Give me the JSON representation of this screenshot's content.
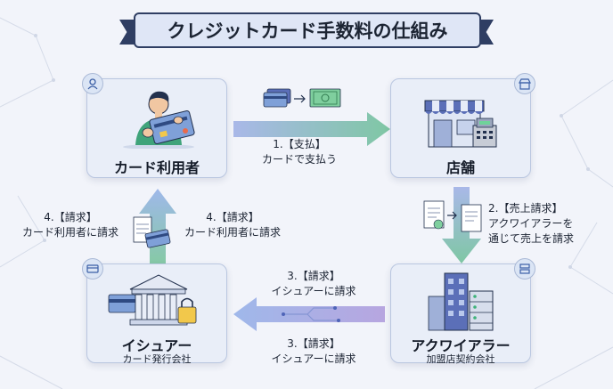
{
  "title": "クレジットカード手数料の仕組み",
  "nodes": {
    "cardholder": {
      "label": "カード利用者"
    },
    "merchant": {
      "label": "店舗"
    },
    "acquirer": {
      "label": "アクワイアラー",
      "sub": "加盟店契約会社"
    },
    "issuer": {
      "label": "イシュアー",
      "sub": "カード発行会社"
    }
  },
  "flows": {
    "pay": {
      "line1": "1.【支払】",
      "line2": "カードで支払う"
    },
    "sales": {
      "line1": "2.【売上請求】",
      "line2": "アクワイアラーを",
      "line3": "通じて売上を請求"
    },
    "bill_top": {
      "line1": "3.【請求】",
      "line2": "イシュアーに請求"
    },
    "bill_bottom": {
      "line1": "3.【請求】",
      "line2": "イシュアーに請求"
    },
    "charge_left": {
      "line1": "4.【請求】",
      "line2": "カード利用者に請求"
    },
    "charge_right": {
      "line1": "4.【請求】",
      "line2": "カード利用者に請求"
    }
  },
  "colors": {
    "arrow_green": "#7fc7a4",
    "arrow_blue": "#9fb1e6",
    "node_fill": "#e9eef8",
    "title_border": "#2f3e63"
  },
  "icons": [
    "person-with-card-icon",
    "store-icon",
    "bank-icon",
    "office-building-icon",
    "card-to-cash-icon",
    "invoice-icon",
    "bill-with-card-icon",
    "user-badge-icon",
    "shop-badge-icon",
    "card-badge-icon",
    "server-badge-icon"
  ]
}
